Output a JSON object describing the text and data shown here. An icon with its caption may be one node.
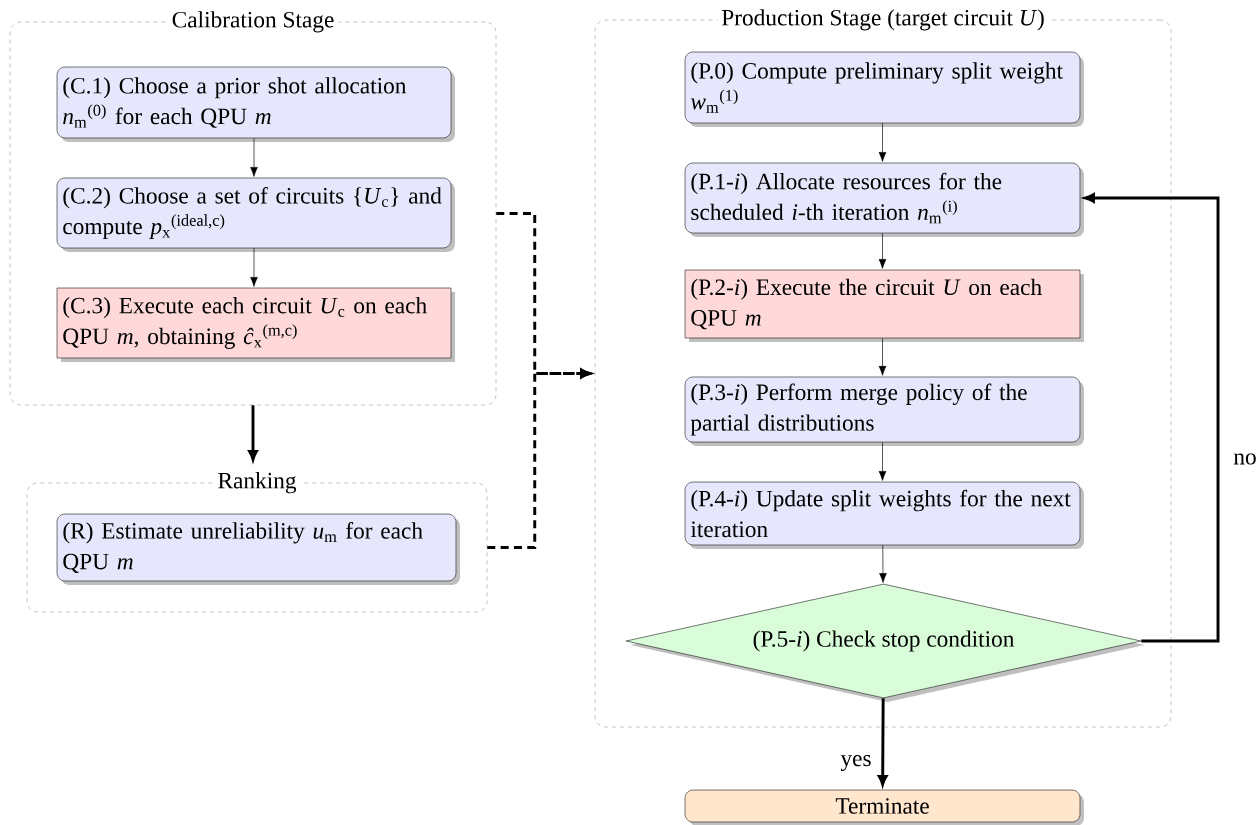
{
  "diagram": {
    "nodes": [
      {
        "text": [
          "Calibration Stage"
        ]
      },
      {
        "text": [
          "(C.1) Choose a prior shot allocation *n*$_{m}$$^{(0)}$ for each QPU *m*"
        ],
        "in": 0
      },
      {
        "text": [
          "(C.2) Choose a set of circuits {*U*$_{c}$} and compute *p*$_{x}$$^{(ideal,c)}$"
        ],
        "in": 0
      },
      {
        "text": [
          "(C.3) Execute each circuit *U*$_{c}$ on each QPU *m*, obtaining *ĉ*$_{x}$$^{(m,c)}$"
        ],
        "in": 0
      },
      {
        "text": [
          "Ranking"
        ]
      },
      {
        "text": [
          "(R) Estimate unreliability *u*$_{m}$ for each QPU *m*"
        ],
        "in": 4
      },
      {
        "text": [
          "Production Stage (target circuit *U*)"
        ]
      },
      {
        "text": [
          "(P.0) Compute preliminary split weight *w*$_{m}$$^{(1)}$"
        ],
        "in": 6
      },
      {
        "text": [
          "(P.1-*i*) Allocate resources for the scheduled *i*-th iteration *n*$_{m}$$^{(i)}$"
        ],
        "in": 6
      },
      {
        "text": [
          "(P.2-*i*) Execute the circuit *U* on each QPU *m*"
        ],
        "in": 6
      },
      {
        "text": [
          "(P.3-*i*) Perform merge policy of the partial distributions"
        ],
        "in": 6
      },
      {
        "text": [
          "(P.4-*i*) Update split weights for the next iteration"
        ],
        "in": 6
      },
      {
        "text": [
          "(P.5-*i*) Check stop condition"
        ],
        "in": 6
      },
      {
        "text": [
          "Terminate"
        ]
      }
    ],
    "edges": [
      {
        "from": 1,
        "to": 2,
        "arrow": "to"
      },
      {
        "from": 2,
        "to": 3,
        "arrow": "to"
      },
      {
        "from": 0,
        "to": 4,
        "arrow": "to",
        "style": "thick"
      },
      {
        "from": 0,
        "to": 6,
        "arrow": "to",
        "style": "dashed"
      },
      {
        "from": 4,
        "to": 6,
        "arrow": "to",
        "style": "dashed"
      },
      {
        "from": 7,
        "to": 8,
        "arrow": "to"
      },
      {
        "from": 8,
        "to": 9,
        "arrow": "to"
      },
      {
        "from": 9,
        "to": 10,
        "arrow": "to"
      },
      {
        "from": 10,
        "to": 11,
        "arrow": "to"
      },
      {
        "from": 11,
        "to": 12,
        "arrow": "to"
      },
      {
        "from": 12,
        "to": 8,
        "arrow": "to",
        "style": "thick",
        "label": "no"
      },
      {
        "from": 12,
        "to": 13,
        "arrow": "to",
        "style": "thick",
        "label": "yes"
      }
    ]
  }
}
